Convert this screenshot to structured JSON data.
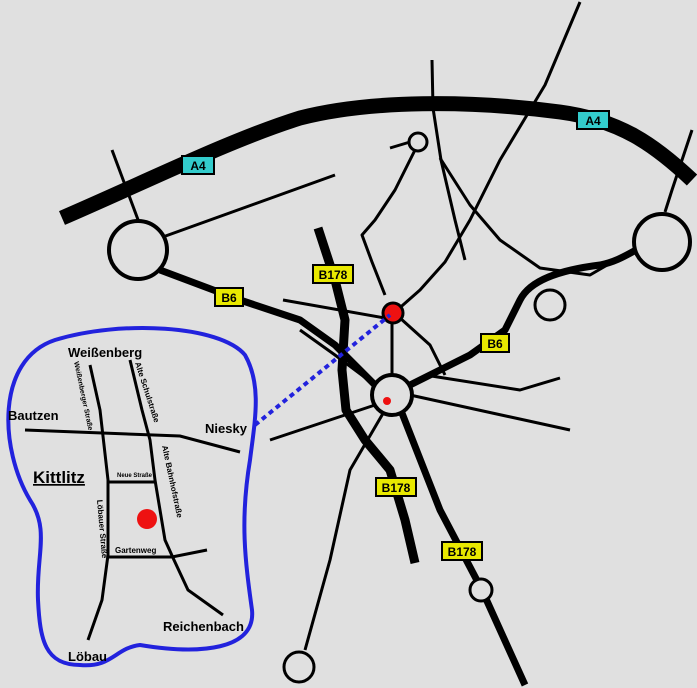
{
  "colors": {
    "background": "#e0e0e0",
    "road": "#000000",
    "autobahn_shield": "#33cccc",
    "bundesstrasse_shield": "#e8e800",
    "inset_outline": "#2222dd",
    "connector": "#2222dd",
    "location_marker": "#ee1111",
    "roundabout_fill": "#e0e0e0"
  },
  "road_shields": {
    "a4_left": "A4",
    "a4_right": "A4",
    "b178_top": "B178",
    "b178_middle": "B178",
    "b178_bottom": "B178",
    "b6_left": "B6",
    "b6_right": "B6"
  },
  "inset": {
    "town": "Kittlitz",
    "places": {
      "weissenberg": "Weißenberg",
      "bautzen": "Bautzen",
      "niesky": "Niesky",
      "reichenbach": "Reichenbach",
      "loebau": "Löbau"
    },
    "streets": {
      "weissenberger_strasse": "Weißenberger Straße",
      "alte_schulstrasse": "Alte Schulstraße",
      "neue_strasse": "Neue Straße",
      "alte_bahnhofstrasse": "Alte Bahnhofstraße",
      "loebauer_strasse": "Löbauer Straße",
      "gartenweg": "Gartenweg"
    }
  }
}
